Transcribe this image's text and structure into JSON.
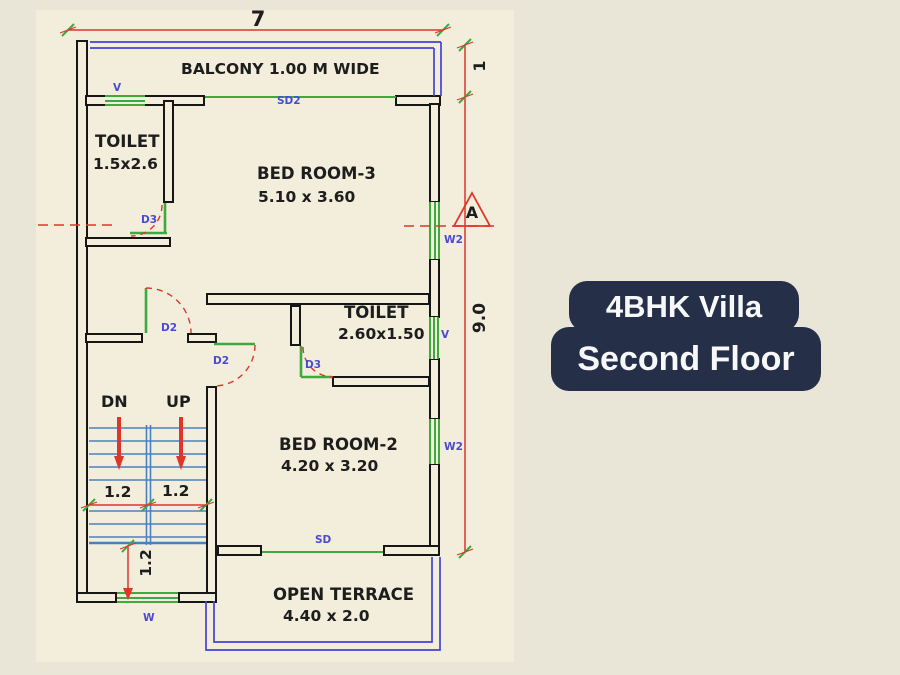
{
  "badge": {
    "line1": "4BHK Villa",
    "line2": "Second Floor",
    "bg_color": "#252f47",
    "text_color": "#f7f8fa"
  },
  "rooms": {
    "balcony": {
      "label": "BALCONY 1.00 M WIDE"
    },
    "toilet1": {
      "label": "TOILET",
      "size": "1.5x2.6"
    },
    "bedroom3": {
      "label": "BED ROOM-3",
      "size": "5.10 x 3.60"
    },
    "toilet2": {
      "label": "TOILET",
      "size": "2.60x1.50"
    },
    "bedroom2": {
      "label": "BED ROOM-2",
      "size": "4.20 x 3.20"
    },
    "terrace": {
      "label": "OPEN TERRACE",
      "size": "4.40 x 2.0"
    }
  },
  "stairs": {
    "dn": "DN",
    "up": "UP"
  },
  "dimensions": {
    "top_width": "7",
    "balcony_depth": "1",
    "total_depth": "9.0",
    "stair_left": "1.2",
    "stair_right": "1.2",
    "stair_landing": "1.2"
  },
  "openings": {
    "v_top": "V",
    "sd2": "SD2",
    "d3_toilet1": "D3",
    "d2_hall": "D2",
    "d2_bedroom2": "D2",
    "d3_toilet2": "D3",
    "v_right": "V",
    "w2_upper": "W2",
    "w2_lower": "W2",
    "sd": "SD",
    "w_bottom": "W"
  },
  "section_marker": {
    "label": "A"
  },
  "colors": {
    "background": "#e9e6d8",
    "plan_paper": "#f2eedb",
    "wall": "#161616",
    "dimension_red": "#e0352b",
    "opening_green": "#3fa83f",
    "plan_border_blue": "#4343d6",
    "label_blue": "#4a4ad0",
    "stair_blue": "#4a80c0",
    "badge_navy": "#252f47",
    "text_black": "#1d1d1d"
  }
}
